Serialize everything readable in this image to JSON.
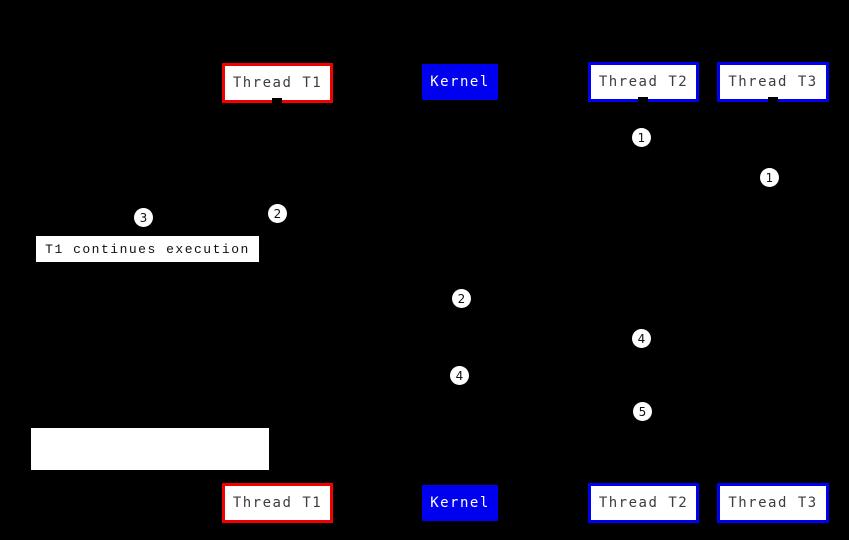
{
  "colors": {
    "bg": "#000000",
    "red": "#f20000",
    "blue": "#0000f0",
    "box_fill": "#ffffff",
    "label_text": "#3d3d3d",
    "kernel_text": "#ffffff",
    "note_text": "#111111"
  },
  "boxes": {
    "top": [
      {
        "label": "Thread T1",
        "variant": "red"
      },
      {
        "label": "Kernel",
        "variant": "kernel"
      },
      {
        "label": "Thread T2",
        "variant": "blue"
      },
      {
        "label": "Thread T3",
        "variant": "blue"
      }
    ],
    "bottom": [
      {
        "label": "Thread T1",
        "variant": "red"
      },
      {
        "label": "Kernel",
        "variant": "kernel"
      },
      {
        "label": "Thread T2",
        "variant": "blue"
      },
      {
        "label": "Thread T3",
        "variant": "blue"
      }
    ]
  },
  "markers": [
    {
      "label": "1"
    },
    {
      "label": "1"
    },
    {
      "label": "3"
    },
    {
      "label": "2"
    },
    {
      "label": "2"
    },
    {
      "label": "4"
    },
    {
      "label": "4"
    },
    {
      "label": "5"
    }
  ],
  "note": {
    "text": "T1 continues execution"
  }
}
